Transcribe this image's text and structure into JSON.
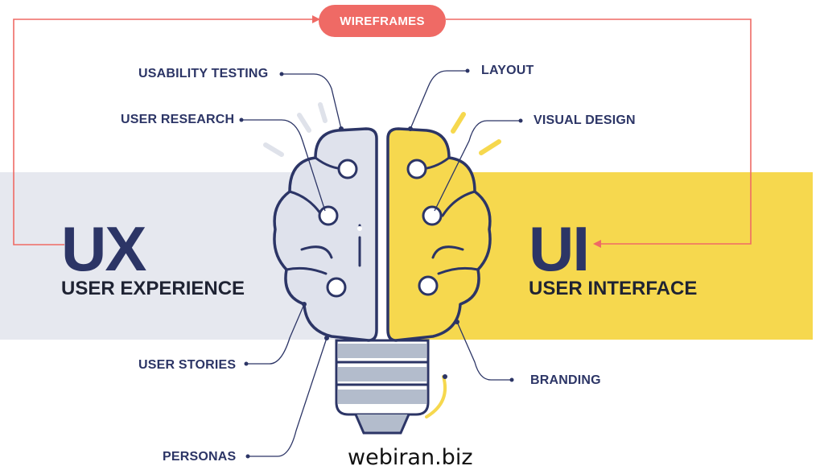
{
  "top_label": "WIREFRAMES",
  "ux": {
    "title": "UX",
    "subtitle": "USER EXPERIENCE",
    "items": [
      "USABILITY TESTING",
      "USER RESEARCH",
      "USER STORIES",
      "PERSONAS"
    ]
  },
  "ui": {
    "title": "UI",
    "subtitle": "USER INTERFACE",
    "items": [
      "LAYOUT",
      "VISUAL DESIGN",
      "BRANDING"
    ]
  },
  "watermark": "webiran.biz",
  "colors": {
    "navy": "#2c3566",
    "coral": "#ef6a65",
    "yellow": "#f6d84e",
    "light_gray": "#e6e8ef"
  }
}
